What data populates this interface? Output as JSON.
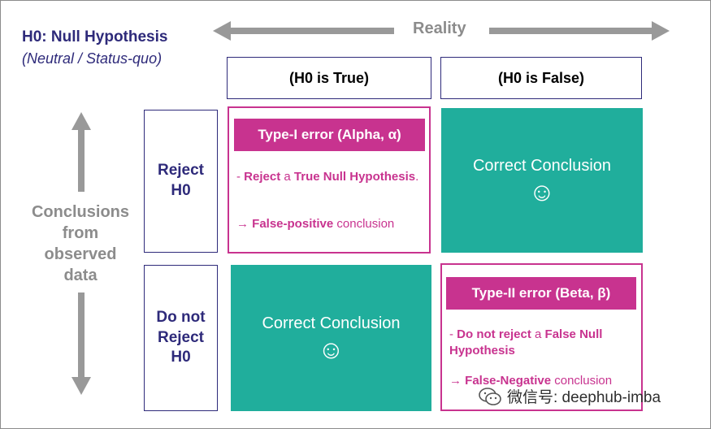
{
  "title": "H0: Null Hypothesis",
  "subtitle": "(Neutral / Status-quo)",
  "reality_label": "Reality",
  "columns": [
    "(H0 is True)",
    "(H0 is False)"
  ],
  "rows": [
    "Reject\nH0",
    "Do not\nReject\nH0"
  ],
  "side_label": "Conclusions\nfrom\nobserved\ndata",
  "correct": {
    "label": "Correct Conclusion",
    "icon": "smiley-icon",
    "glyph": "☺"
  },
  "type1": {
    "banner": "Type-I error (Alpha, α)",
    "line1": [
      "- ",
      "Reject",
      " a ",
      "True Null Hypothesis",
      "."
    ],
    "line2": [
      "→ ",
      "False-positive",
      " conclusion"
    ]
  },
  "type2": {
    "banner": "Type-II  error (Beta, β)",
    "line1": [
      "- ",
      "Do not reject",
      " a ",
      "False Null Hypothesis",
      ""
    ],
    "line2": [
      "→ ",
      "False-Negative",
      " conclusion"
    ]
  },
  "watermark": "微信号: deephub-imba",
  "colors": {
    "navy": "#2e2a7a",
    "teal": "#20ae9c",
    "magenta": "#c8338f",
    "gray": "#8c8c8c"
  }
}
